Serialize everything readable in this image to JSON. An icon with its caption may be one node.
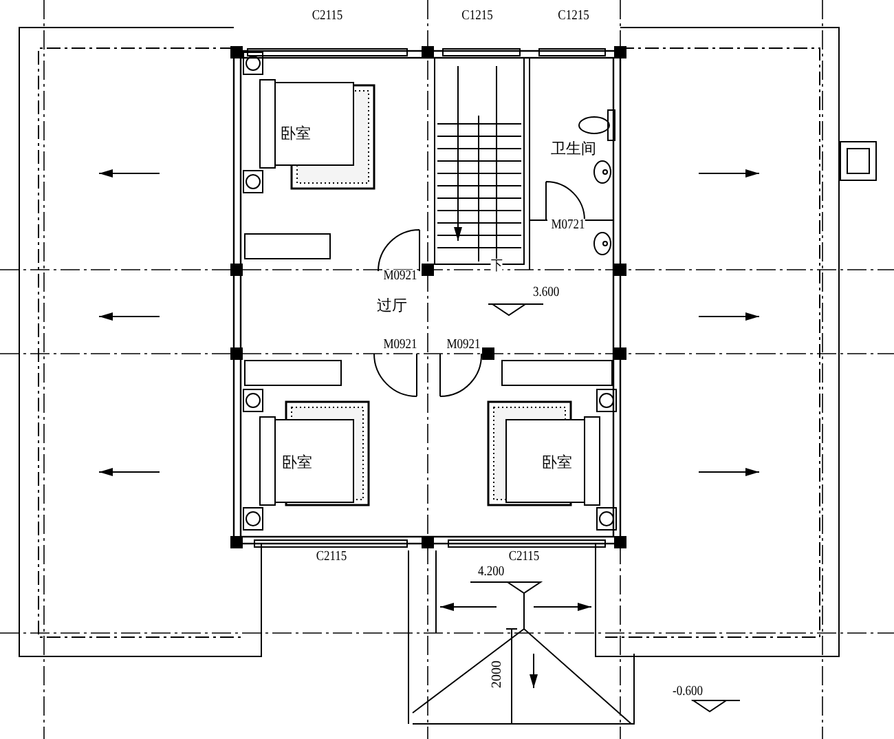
{
  "diagram": {
    "nodes": [
      {
        "text": [
          "卧室"
        ]
      },
      {
        "text": [
          "卫生间"
        ]
      },
      {
        "text": [
          "过厅"
        ]
      },
      {
        "text": [
          "卧室"
        ]
      },
      {
        "text": [
          "卧室"
        ]
      }
    ],
    "labels": [
      "C2115",
      "C1215",
      "C1215",
      "M0721",
      "M0921",
      "下",
      "3.600",
      "M0921",
      "M0921",
      "C2115",
      "C2115",
      "4.200",
      "2000",
      "-0.600"
    ]
  }
}
